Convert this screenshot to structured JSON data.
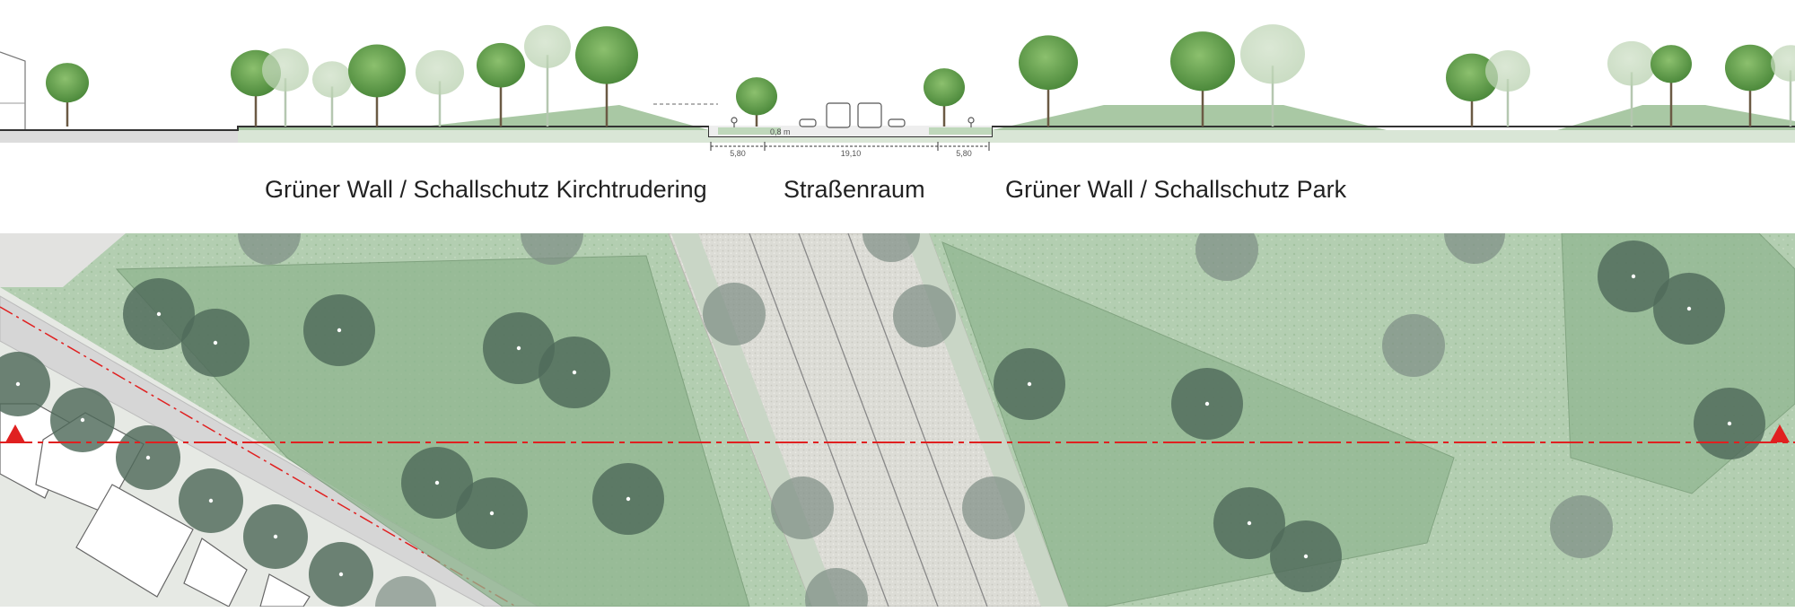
{
  "zones": {
    "west": "Grüner Wall / Schallschutz Kirchtrudering",
    "street": "Straßenraum",
    "east": "Grüner Wall / Schallschutz Park"
  },
  "dimensions": {
    "left_sidewalk": "5,80",
    "roadway": "19,10",
    "right_sidewalk": "5,80",
    "height_note": "0,8 m"
  },
  "colors": {
    "green_base": "#b3ceb1",
    "green_wall": "#8fb58f",
    "tree_canopy": "#56705f",
    "road": "#dcdcd6",
    "section_line": "#e02020"
  }
}
